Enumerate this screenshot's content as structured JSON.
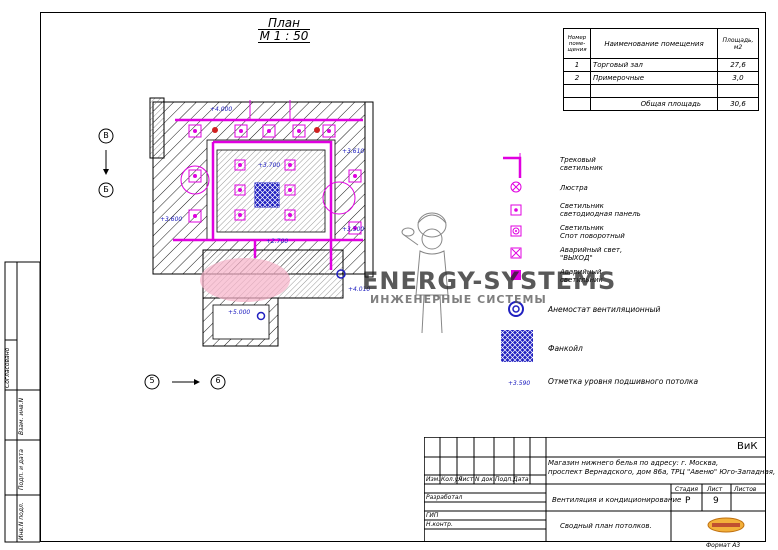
{
  "plan": {
    "title": "План",
    "scale": "М 1 : 50"
  },
  "axes": {
    "v_top": "В",
    "v_bottom": "Б",
    "h_left": "5",
    "h_right": "6"
  },
  "elevations": {
    "e1": "+4.000",
    "e2": "+3.700",
    "e3": "+3.600",
    "e4": "+3.610",
    "e5": "+3.500",
    "e6": "+2.700",
    "e7": "+4.010",
    "e8": "+5.000"
  },
  "room_table": {
    "headers": {
      "num": [
        "Номер",
        "поме-",
        "щения"
      ],
      "name": "Наименование помещения",
      "area": [
        "Площадь,",
        "м2"
      ]
    },
    "rows": [
      {
        "num": "1",
        "name": "Торговый зал",
        "area": "27,6"
      },
      {
        "num": "2",
        "name": "Примерочные",
        "area": "3,0"
      }
    ],
    "total_label": "Общая площадь",
    "total_value": "30,6"
  },
  "legend": {
    "track": [
      "Трековый",
      "светильник"
    ],
    "chandelier": "Люстра",
    "led_panel": [
      "Светильник",
      "светодиодная панель"
    ],
    "spot": [
      "Светильник",
      "Спот поворотный"
    ],
    "emergency": [
      "Аварийный свет,",
      "\"ВЫХОД\""
    ],
    "emergency2": [
      "Аварийный",
      "светильник"
    ],
    "anemostat": "Анемостат вентиляционный",
    "fancoil": "Фанкойл",
    "elevation": "Отметка уровня подшивного потолка",
    "elevation_sample": "+3.590"
  },
  "watermark": {
    "brand": "ENERGY-SYSTEMS",
    "tagline": "ИНЖЕНЕРНЫЕ СИСТЕМЫ"
  },
  "stamp": {
    "code": "ВиК",
    "project": [
      "Магазин нижнего белья              по адресу: г. Москва,",
      "проспект Вернадского, дом 86а, ТРЦ \"Авеню\" Юго-Западная,"
    ],
    "cols": [
      "Изм.",
      "Кол.уч",
      "Лист",
      "N док.",
      "Подп.",
      "Дата"
    ],
    "role_dev": "Разработал",
    "role_gip": "ГИП",
    "role_norm": "Н.контр.",
    "section": "Вентиляция и кондиционирование",
    "sheet_title": "Сводный план потолков.",
    "stage_label": "Стадия",
    "sheet_label": "Лист",
    "sheets_label": "Листов",
    "stage": "Р",
    "sheet": "9",
    "format": "Формат   А3"
  },
  "side_stamp": {
    "agreed": "Согласовано",
    "inv_replace": "Взам. инв.N",
    "sign_date": "Подп. и дата",
    "inv_orig": "Инв.N подл."
  },
  "colors": {
    "magenta": "#e000e0",
    "blue": "#2020c0",
    "red": "#d02020"
  }
}
